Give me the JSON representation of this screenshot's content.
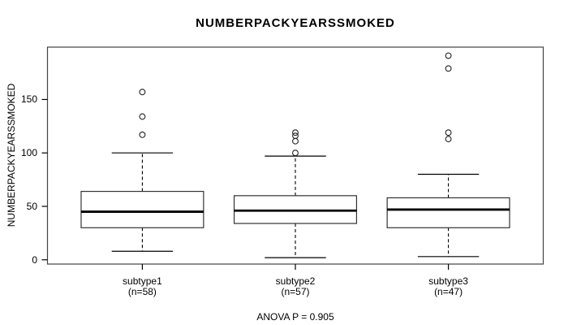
{
  "figure": {
    "background": "#ffffff",
    "text_color": "#000000",
    "line_color": "#000000",
    "border_color": "#444444"
  },
  "chart_data": {
    "type": "boxplot",
    "title": "NUMBERPACKYEARSSMOKED",
    "ylabel": "NUMBERPACKYEARSSMOKED",
    "annotation": "ANOVA P = 0.905",
    "anova_p": 0.905,
    "yticks": [
      0,
      50,
      100,
      150
    ],
    "ylim": [
      -4,
      199
    ],
    "grid": false,
    "legend": "none",
    "categories": [
      "subtype1",
      "subtype2",
      "subtype3"
    ],
    "groups": [
      {
        "label": "subtype1",
        "n": 58,
        "n_label": "(n=58)",
        "whisker_low": 8,
        "q1": 30,
        "median": 45,
        "q3": 64,
        "whisker_high": 100,
        "outliers": [
          117,
          134,
          157
        ]
      },
      {
        "label": "subtype2",
        "n": 57,
        "n_label": "(n=57)",
        "whisker_low": 2,
        "q1": 34,
        "median": 46,
        "q3": 60,
        "whisker_high": 97,
        "outliers": [
          100,
          111,
          116,
          119
        ]
      },
      {
        "label": "subtype3",
        "n": 47,
        "n_label": "(n=47)",
        "whisker_low": 3,
        "q1": 30,
        "median": 47,
        "q3": 58,
        "whisker_high": 80,
        "outliers": [
          113,
          119,
          179,
          191
        ]
      }
    ]
  }
}
